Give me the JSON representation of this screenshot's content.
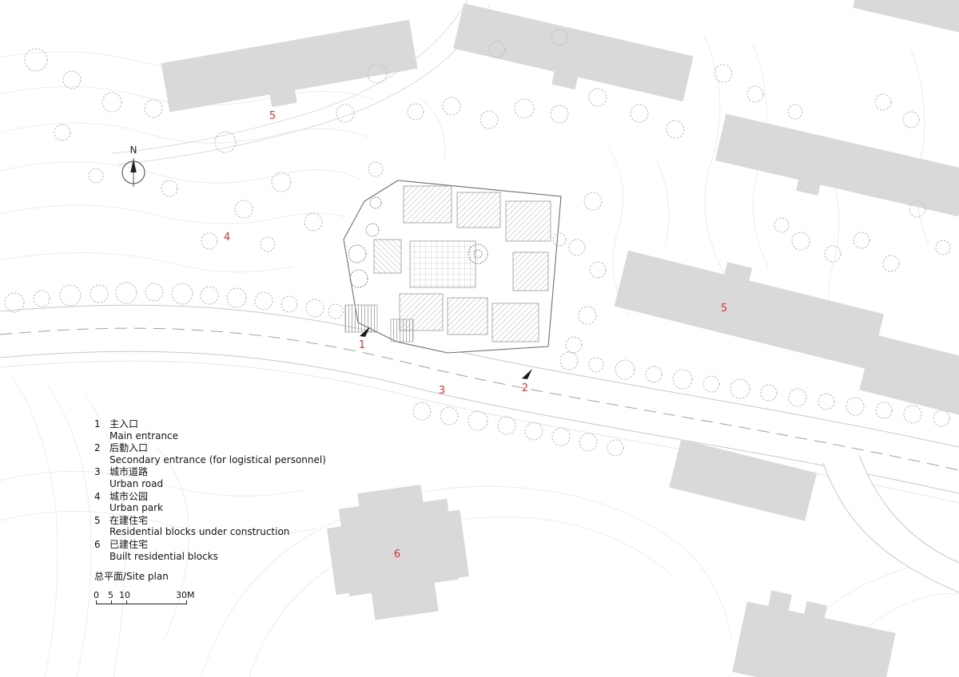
{
  "colors": {
    "building_fill": "#d9d9d9",
    "marker_red": "#d9342b",
    "contour_gray": "#ececec"
  },
  "north": {
    "label": "N"
  },
  "markers": [
    "1",
    "2",
    "3",
    "4",
    "5",
    "5",
    "6"
  ],
  "legend": {
    "items": [
      {
        "num": "1",
        "zh": "主入口",
        "en": "Main entrance"
      },
      {
        "num": "2",
        "zh": "后勤入口",
        "en": "Secondary entrance (for logistical personnel)"
      },
      {
        "num": "3",
        "zh": "城市道路",
        "en": "Urban road"
      },
      {
        "num": "4",
        "zh": "城市公园",
        "en": "Urban park"
      },
      {
        "num": "5",
        "zh": "在建住宅",
        "en": "Residential blocks under construction"
      },
      {
        "num": "6",
        "zh": "已建住宅",
        "en": "Built residential blocks"
      }
    ],
    "title": "总平面/Site plan",
    "scale_labels": [
      "0",
      "5",
      "10",
      "30M"
    ]
  }
}
